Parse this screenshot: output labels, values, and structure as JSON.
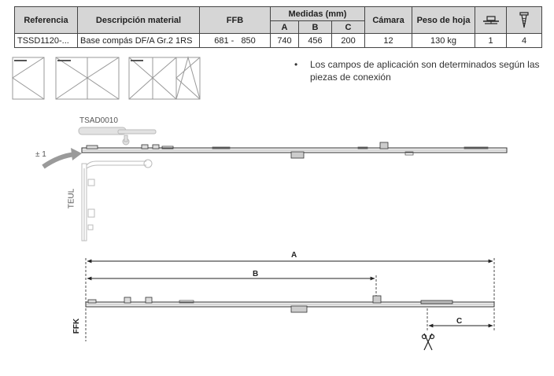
{
  "table": {
    "headers": {
      "referencia": "Referencia",
      "descripcion": "Descripción material",
      "ffb": "FFB",
      "medidas": "Medidas (mm)",
      "a": "A",
      "b": "B",
      "c": "C",
      "camara": "Cámara",
      "peso": "Peso de hoja",
      "hinge_icon": "hinge-icon",
      "screw_icon": "screw-icon"
    },
    "row": {
      "referencia": "TSSD1120-...",
      "descripcion": "Base compás DF/A Gr.2 1RS",
      "ffb": "681 -   850",
      "a": "740",
      "b": "456",
      "c": "200",
      "camara": "12",
      "peso": "130 kg",
      "hinges": "1",
      "screws": "4"
    }
  },
  "note": {
    "bullet": "•",
    "text": "Los campos de aplicación son determinados según las piezas de conexión"
  },
  "drawing": {
    "tsad_label": "TSAD0010",
    "tolerance_label": "± 1",
    "teul_label": "TEUL",
    "dim_a": "A",
    "dim_b": "B",
    "dim_c": "C",
    "ffk_label": "FFK",
    "cut_icon": "scissors-icon"
  }
}
